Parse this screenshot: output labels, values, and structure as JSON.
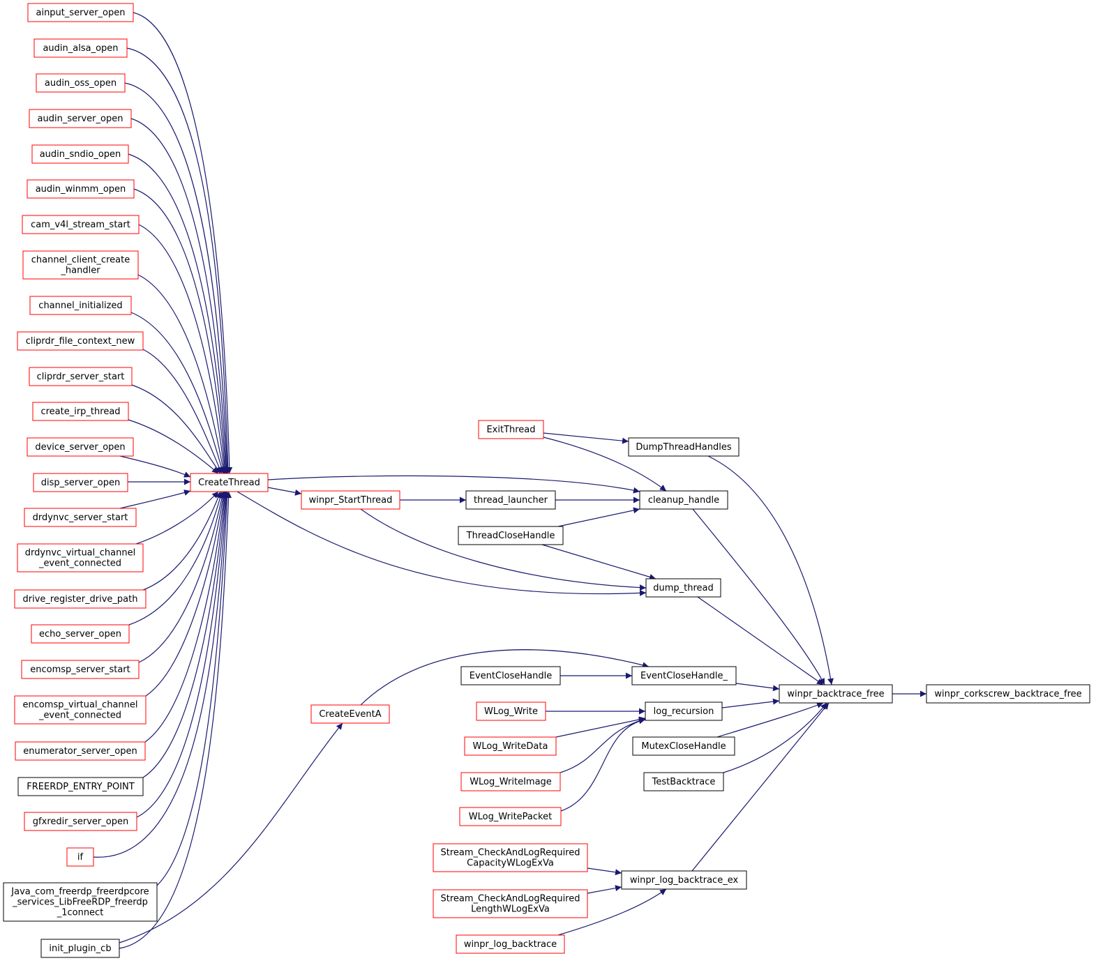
{
  "colors": {
    "edge": "#191970",
    "red_border": "#ff0000",
    "black_border": "#000000",
    "focus_fill": "#bfbfbf"
  },
  "nodes": {
    "ainput_server_open": {
      "label": [
        "ainput_server_open"
      ],
      "style": "red"
    },
    "audin_alsa_open": {
      "label": [
        "audin_alsa_open"
      ],
      "style": "red"
    },
    "audin_oss_open": {
      "label": [
        "audin_oss_open"
      ],
      "style": "red"
    },
    "audin_server_open": {
      "label": [
        "audin_server_open"
      ],
      "style": "red"
    },
    "audin_sndio_open": {
      "label": [
        "audin_sndio_open"
      ],
      "style": "red"
    },
    "audin_winmm_open": {
      "label": [
        "audin_winmm_open"
      ],
      "style": "red"
    },
    "cam_v4l_stream_start": {
      "label": [
        "cam_v4l_stream_start"
      ],
      "style": "red"
    },
    "channel_client_create_handler": {
      "label": [
        "channel_client_create",
        "_handler"
      ],
      "style": "red"
    },
    "channel_initialized": {
      "label": [
        "channel_initialized"
      ],
      "style": "red"
    },
    "cliprdr_file_context_new": {
      "label": [
        "cliprdr_file_context_new"
      ],
      "style": "red"
    },
    "cliprdr_server_start": {
      "label": [
        "cliprdr_server_start"
      ],
      "style": "red"
    },
    "create_irp_thread": {
      "label": [
        "create_irp_thread"
      ],
      "style": "red"
    },
    "device_server_open": {
      "label": [
        "device_server_open"
      ],
      "style": "red"
    },
    "disp_server_open": {
      "label": [
        "disp_server_open"
      ],
      "style": "red"
    },
    "drdynvc_server_start": {
      "label": [
        "drdynvc_server_start"
      ],
      "style": "red"
    },
    "drdynvc_virtual_channel_event_connected": {
      "label": [
        "drdynvc_virtual_channel",
        "_event_connected"
      ],
      "style": "red"
    },
    "drive_register_drive_path": {
      "label": [
        "drive_register_drive_path"
      ],
      "style": "red"
    },
    "echo_server_open": {
      "label": [
        "echo_server_open"
      ],
      "style": "red"
    },
    "encomsp_server_start": {
      "label": [
        "encomsp_server_start"
      ],
      "style": "red"
    },
    "encomsp_virtual_channel_event_connected": {
      "label": [
        "encomsp_virtual_channel",
        "_event_connected"
      ],
      "style": "red"
    },
    "enumerator_server_open": {
      "label": [
        "enumerator_server_open"
      ],
      "style": "red"
    },
    "FREERDP_ENTRY_POINT": {
      "label": [
        "FREERDP_ENTRY_POINT"
      ],
      "style": "black"
    },
    "gfxredir_server_open": {
      "label": [
        "gfxredir_server_open"
      ],
      "style": "red"
    },
    "if": {
      "label": [
        "if"
      ],
      "style": "red"
    },
    "Java_com_freerdp": {
      "label": [
        "Java_com_freerdp_freerdpcore",
        "_services_LibFreeRDP_freerdp",
        "_1connect"
      ],
      "style": "black"
    },
    "init_plugin_cb": {
      "label": [
        "init_plugin_cb"
      ],
      "style": "black"
    },
    "CreateThread": {
      "label": [
        "CreateThread"
      ],
      "style": "red"
    },
    "CreateEventA": {
      "label": [
        "CreateEventA"
      ],
      "style": "red"
    },
    "winpr_StartThread": {
      "label": [
        "winpr_StartThread"
      ],
      "style": "red"
    },
    "ExitThread": {
      "label": [
        "ExitThread"
      ],
      "style": "red"
    },
    "thread_launcher": {
      "label": [
        "thread_launcher"
      ],
      "style": "black"
    },
    "ThreadCloseHandle": {
      "label": [
        "ThreadCloseHandle"
      ],
      "style": "black"
    },
    "EventCloseHandle": {
      "label": [
        "EventCloseHandle"
      ],
      "style": "black"
    },
    "WLog_Write": {
      "label": [
        "WLog_Write"
      ],
      "style": "red"
    },
    "WLog_WriteData": {
      "label": [
        "WLog_WriteData"
      ],
      "style": "red"
    },
    "WLog_WriteImage": {
      "label": [
        "WLog_WriteImage"
      ],
      "style": "red"
    },
    "WLog_WritePacket": {
      "label": [
        "WLog_WritePacket"
      ],
      "style": "red"
    },
    "Stream_Capacity": {
      "label": [
        "Stream_CheckAndLogRequired",
        "CapacityWLogExVa"
      ],
      "style": "red"
    },
    "Stream_Length": {
      "label": [
        "Stream_CheckAndLogRequired",
        "LengthWLogExVa"
      ],
      "style": "red"
    },
    "winpr_log_backtrace": {
      "label": [
        "winpr_log_backtrace"
      ],
      "style": "red"
    },
    "DumpThreadHandles": {
      "label": [
        "DumpThreadHandles"
      ],
      "style": "black"
    },
    "cleanup_handle": {
      "label": [
        "cleanup_handle"
      ],
      "style": "black"
    },
    "dump_thread": {
      "label": [
        "dump_thread"
      ],
      "style": "black"
    },
    "EventCloseHandle_": {
      "label": [
        "EventCloseHandle_"
      ],
      "style": "black"
    },
    "log_recursion": {
      "label": [
        "log_recursion"
      ],
      "style": "black"
    },
    "MutexCloseHandle": {
      "label": [
        "MutexCloseHandle"
      ],
      "style": "black"
    },
    "TestBacktrace": {
      "label": [
        "TestBacktrace"
      ],
      "style": "black"
    },
    "winpr_log_backtrace_ex": {
      "label": [
        "winpr_log_backtrace_ex"
      ],
      "style": "black"
    },
    "winpr_backtrace_free": {
      "label": [
        "winpr_backtrace_free"
      ],
      "style": "black"
    },
    "winpr_corkscrew_backtrace_free": {
      "label": [
        "winpr_corkscrew_backtrace_free"
      ],
      "style": "focus"
    }
  },
  "edges": [
    [
      "ainput_server_open",
      "CreateThread"
    ],
    [
      "audin_alsa_open",
      "CreateThread"
    ],
    [
      "audin_oss_open",
      "CreateThread"
    ],
    [
      "audin_server_open",
      "CreateThread"
    ],
    [
      "audin_sndio_open",
      "CreateThread"
    ],
    [
      "audin_winmm_open",
      "CreateThread"
    ],
    [
      "cam_v4l_stream_start",
      "CreateThread"
    ],
    [
      "channel_client_create_handler",
      "CreateThread"
    ],
    [
      "channel_initialized",
      "CreateThread"
    ],
    [
      "cliprdr_file_context_new",
      "CreateThread"
    ],
    [
      "cliprdr_server_start",
      "CreateThread"
    ],
    [
      "create_irp_thread",
      "CreateThread"
    ],
    [
      "device_server_open",
      "CreateThread"
    ],
    [
      "disp_server_open",
      "CreateThread"
    ],
    [
      "drdynvc_server_start",
      "CreateThread"
    ],
    [
      "drdynvc_virtual_channel_event_connected",
      "CreateThread"
    ],
    [
      "drive_register_drive_path",
      "CreateThread"
    ],
    [
      "echo_server_open",
      "CreateThread"
    ],
    [
      "encomsp_server_start",
      "CreateThread"
    ],
    [
      "encomsp_virtual_channel_event_connected",
      "CreateThread"
    ],
    [
      "enumerator_server_open",
      "CreateThread"
    ],
    [
      "FREERDP_ENTRY_POINT",
      "CreateThread"
    ],
    [
      "gfxredir_server_open",
      "CreateThread"
    ],
    [
      "if",
      "CreateThread"
    ],
    [
      "Java_com_freerdp",
      "CreateThread"
    ],
    [
      "init_plugin_cb",
      "CreateThread"
    ],
    [
      "init_plugin_cb",
      "CreateEventA"
    ],
    [
      "CreateThread",
      "cleanup_handle"
    ],
    [
      "CreateThread",
      "winpr_StartThread"
    ],
    [
      "CreateThread",
      "dump_thread"
    ],
    [
      "winpr_StartThread",
      "thread_launcher"
    ],
    [
      "winpr_StartThread",
      "dump_thread"
    ],
    [
      "ExitThread",
      "DumpThreadHandles"
    ],
    [
      "ExitThread",
      "cleanup_handle"
    ],
    [
      "thread_launcher",
      "cleanup_handle"
    ],
    [
      "ThreadCloseHandle",
      "cleanup_handle"
    ],
    [
      "ThreadCloseHandle",
      "dump_thread"
    ],
    [
      "CreateEventA",
      "EventCloseHandle_"
    ],
    [
      "EventCloseHandle",
      "EventCloseHandle_"
    ],
    [
      "WLog_Write",
      "log_recursion"
    ],
    [
      "WLog_WriteData",
      "log_recursion"
    ],
    [
      "WLog_WriteImage",
      "log_recursion"
    ],
    [
      "WLog_WritePacket",
      "log_recursion"
    ],
    [
      "Stream_Capacity",
      "winpr_log_backtrace_ex"
    ],
    [
      "Stream_Length",
      "winpr_log_backtrace_ex"
    ],
    [
      "winpr_log_backtrace",
      "winpr_log_backtrace_ex"
    ],
    [
      "DumpThreadHandles",
      "winpr_backtrace_free"
    ],
    [
      "cleanup_handle",
      "winpr_backtrace_free"
    ],
    [
      "dump_thread",
      "winpr_backtrace_free"
    ],
    [
      "EventCloseHandle_",
      "winpr_backtrace_free"
    ],
    [
      "log_recursion",
      "winpr_backtrace_free"
    ],
    [
      "MutexCloseHandle",
      "winpr_backtrace_free"
    ],
    [
      "TestBacktrace",
      "winpr_backtrace_free"
    ],
    [
      "winpr_log_backtrace_ex",
      "winpr_backtrace_free"
    ],
    [
      "winpr_backtrace_free",
      "winpr_corkscrew_backtrace_free"
    ]
  ]
}
